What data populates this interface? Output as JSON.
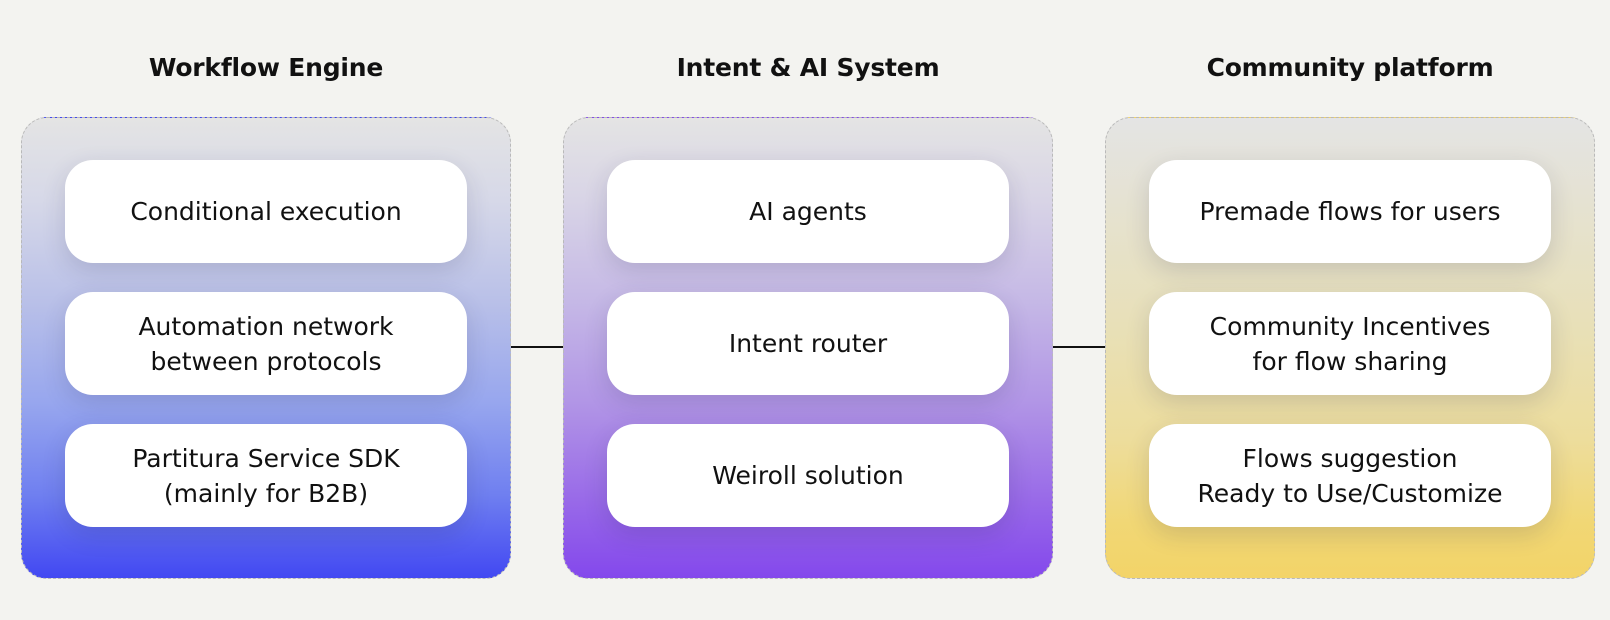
{
  "columns": [
    {
      "title": "Workflow Engine",
      "items": [
        "Conditional execution",
        "Automation network\nbetween protocols",
        "Partitura Service SDK\n(mainly for B2B)"
      ]
    },
    {
      "title": "Intent & AI System",
      "items": [
        "AI agents",
        "Intent router",
        "Weiroll solution"
      ]
    },
    {
      "title": "Community platform",
      "items": [
        "Premade flows for users",
        "Community Incentives\nfor flow sharing",
        "Flows suggestion\nReady to Use/Customize"
      ]
    }
  ],
  "colors": {
    "background": "#f3f3f0",
    "workflow_engine_gradient_end": "#4248f2",
    "intent_ai_gradient_end": "#8448ec",
    "community_gradient_end": "#f3d468",
    "connector_line": "#111111"
  }
}
